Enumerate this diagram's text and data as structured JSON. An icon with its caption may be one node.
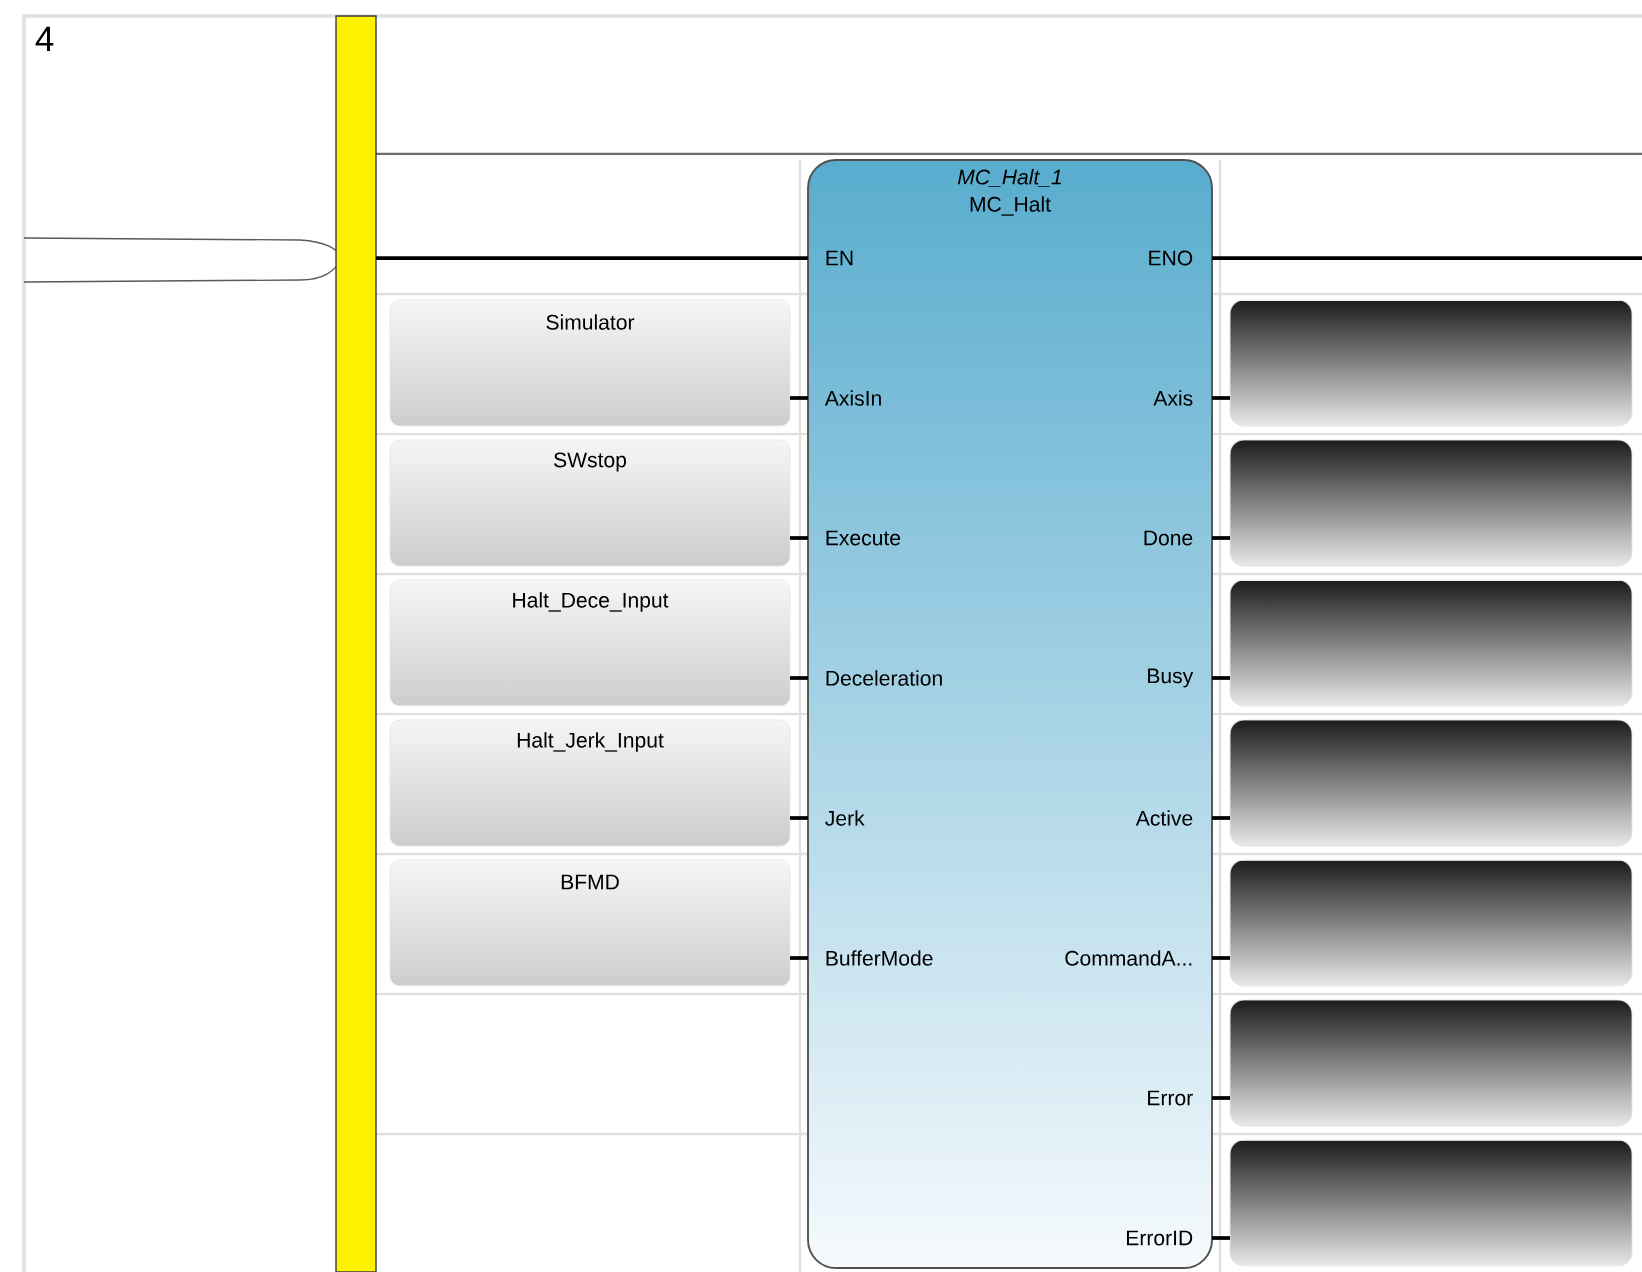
{
  "diagram": {
    "nodes": [
      {
        "text": [],
        "shape": "bar"
      },
      {
        "text": [
          "MC_Halt_1",
          "MC_Halt",
          "EN",
          "AxisIn",
          "Execute",
          "Deceleration",
          "Jerk",
          "BufferMode",
          "ENO",
          "Axis",
          "Done",
          "Busy",
          "Active",
          "CommandA...",
          "Error",
          "ErrorID"
        ]
      },
      {
        "text": [
          "Simulator"
        ]
      },
      {
        "text": [
          "SWstop"
        ]
      },
      {
        "text": [
          "Halt_Dece_Input"
        ]
      },
      {
        "text": [
          "Halt_Jerk_Input"
        ]
      },
      {
        "text": [
          "BFMD"
        ]
      },
      {
        "text": [],
        "shape": "box"
      },
      {
        "text": [],
        "shape": "box"
      },
      {
        "text": [],
        "shape": "box"
      },
      {
        "text": [],
        "shape": "box"
      },
      {
        "text": [],
        "shape": "box"
      },
      {
        "text": [],
        "shape": "box"
      },
      {
        "text": [],
        "shape": "box"
      }
    ],
    "edges": [
      {
        "from": 0,
        "to": 1,
        "arrow": "none"
      },
      {
        "from": 1,
        "to": null,
        "arrow": "none"
      },
      {
        "from": 2,
        "to": 1,
        "arrow": "none"
      },
      {
        "from": 3,
        "to": 1,
        "arrow": "none"
      },
      {
        "from": 4,
        "to": 1,
        "arrow": "none"
      },
      {
        "from": 5,
        "to": 1,
        "arrow": "none"
      },
      {
        "from": 6,
        "to": 1,
        "arrow": "none"
      },
      {
        "from": 1,
        "to": 7,
        "arrow": "none"
      },
      {
        "from": 1,
        "to": 8,
        "arrow": "none"
      },
      {
        "from": 1,
        "to": 9,
        "arrow": "none"
      },
      {
        "from": 1,
        "to": 10,
        "arrow": "none"
      },
      {
        "from": 1,
        "to": 11,
        "arrow": "none"
      },
      {
        "from": 1,
        "to": 12,
        "arrow": "none"
      },
      {
        "from": 1,
        "to": 13,
        "arrow": "none"
      }
    ],
    "labels": [
      "4"
    ]
  }
}
